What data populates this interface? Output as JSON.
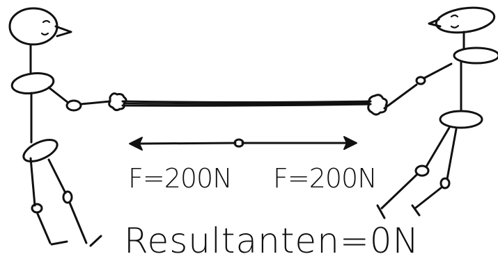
{
  "labels": {
    "force_left": "F=200N",
    "force_right": "F=200N",
    "resultant": "Resultanten=0N"
  },
  "colors": {
    "ink": "#111111",
    "background": "#ffffff"
  }
}
